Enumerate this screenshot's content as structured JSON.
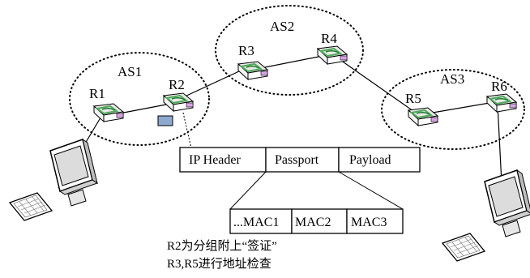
{
  "as_labels": {
    "as1": "AS1",
    "as2": "AS2",
    "as3": "AS3"
  },
  "routers": {
    "r1": "R1",
    "r2": "R2",
    "r3": "R3",
    "r4": "R4",
    "r5": "R5",
    "r6": "R6"
  },
  "packet": {
    "header": "IP Header",
    "passport": "Passport",
    "payload": "Payload"
  },
  "macs": {
    "mac1": "...MAC1",
    "mac2": "MAC2",
    "mac3": "MAC3"
  },
  "notes": {
    "line1": "R2为分组附上“签证”",
    "line2": "R3,R5进行地址检查"
  },
  "colors": {
    "router_top": "#e6e6e6",
    "router_accent": "#4faa5a",
    "router_end": "#d9a3e8",
    "tag": "#8ea8cf"
  }
}
